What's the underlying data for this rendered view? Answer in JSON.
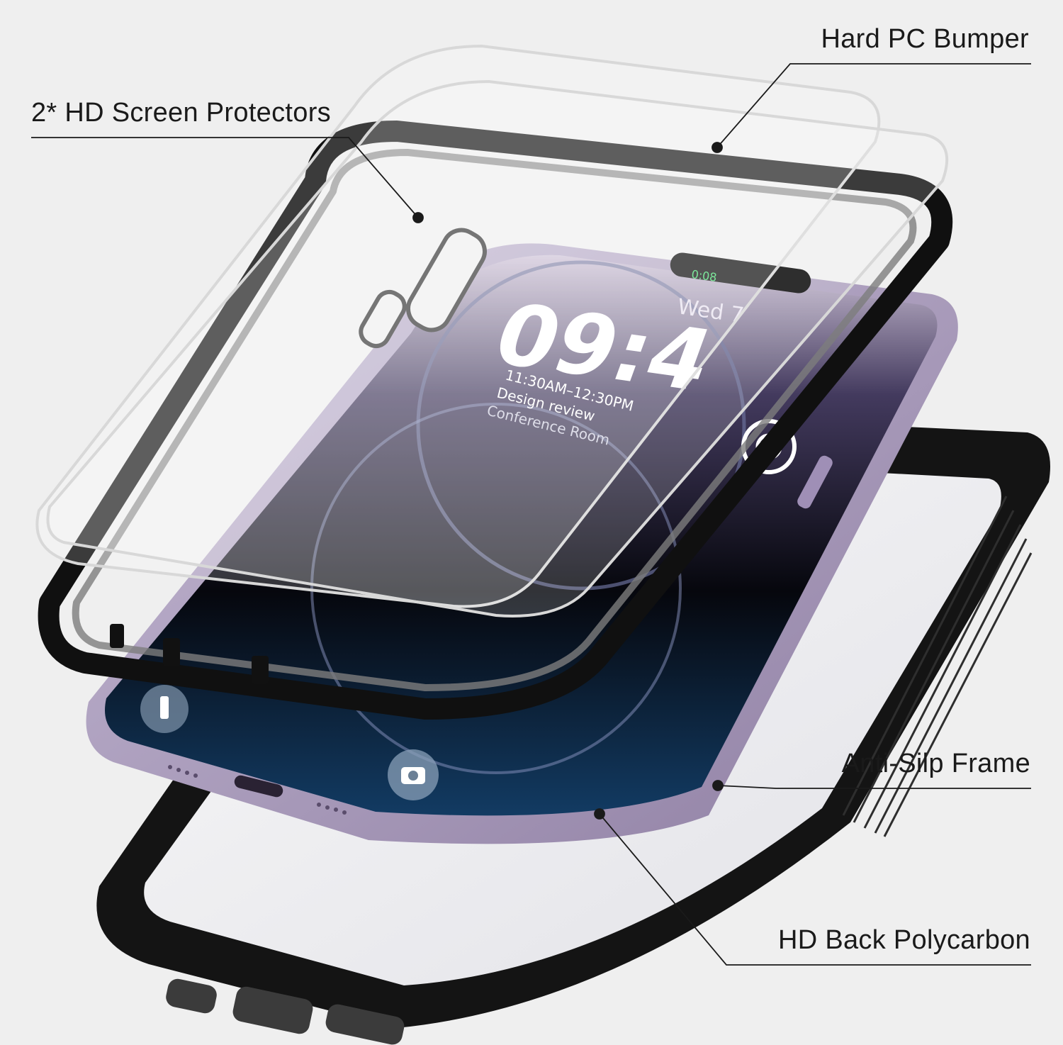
{
  "callouts": {
    "hard_pc_bumper": "Hard PC Bumper",
    "screen_protectors": "2* HD Screen Protectors",
    "anti_slip_frame": "Anti-Silp Frame",
    "hd_back": "HD Back Polycarbon"
  },
  "lock_screen": {
    "call_timer": "0:08",
    "date": "Wed 7",
    "time": "09:4",
    "event_time": "11:30AM–12:30PM",
    "event_title": "Design review",
    "event_location": "Conference Room"
  },
  "colors": {
    "background": "#efefef",
    "case_black": "#151515",
    "phone_purple": "#a89ab8",
    "screen_dark": "#0b0d18"
  }
}
